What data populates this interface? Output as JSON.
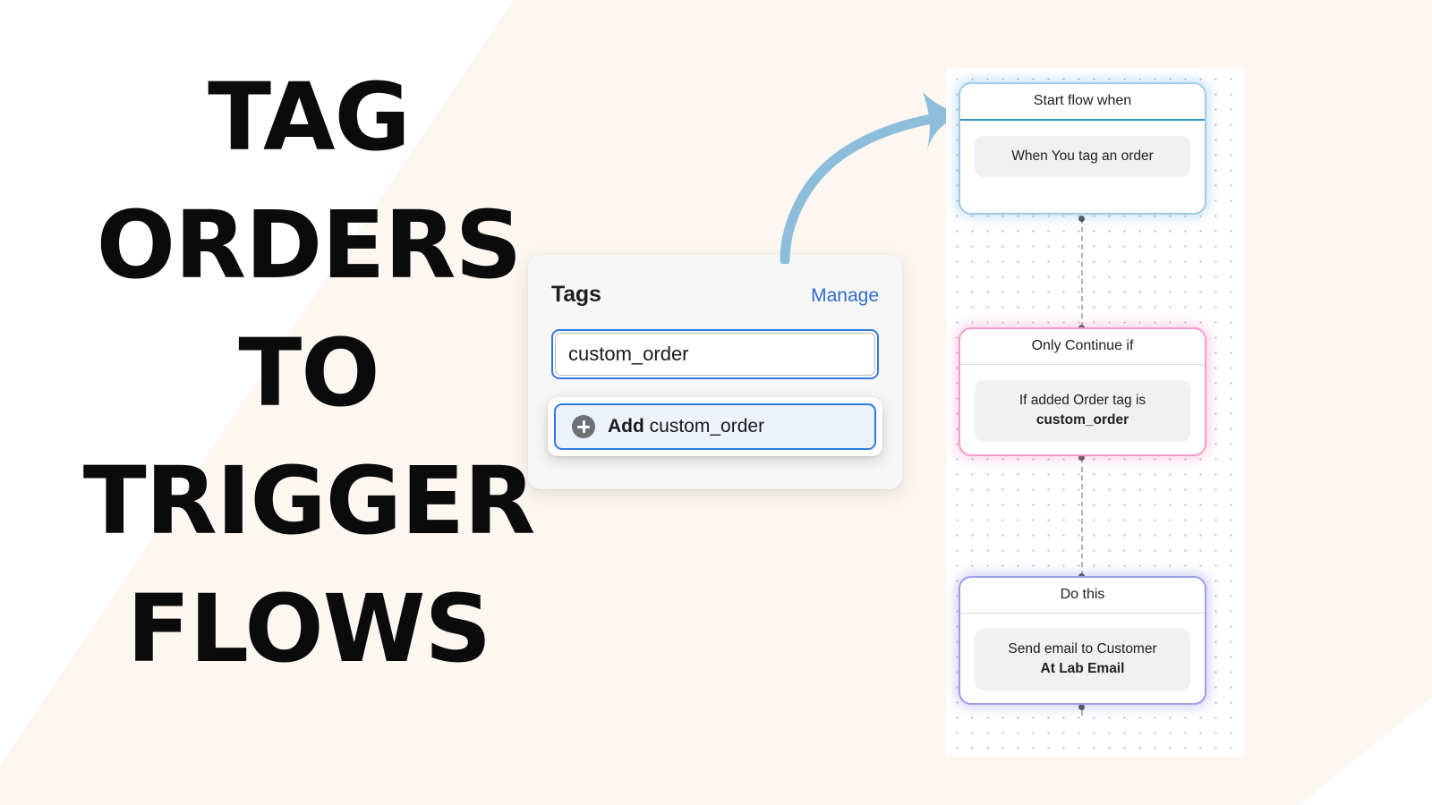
{
  "background": {
    "base_color": "#ffffff",
    "diagonal_color": "#fdf7f2"
  },
  "headline": {
    "lines": [
      "TAG",
      "ORDERS",
      "TO",
      "TRIGGER",
      "FLOWS"
    ],
    "color": "#0b0b0b"
  },
  "tags_panel": {
    "title": "Tags",
    "manage_label": "Manage",
    "manage_color": "#2c6ecb",
    "input": {
      "value": "custom_order",
      "placeholder": "Enter tag name",
      "focus_color": "#2f7ae5"
    },
    "dropdown": {
      "add_icon": "plus-circle-icon",
      "add_label": "Add",
      "add_value": "custom_order"
    }
  },
  "arrow": {
    "icon": "curved-arrow-icon",
    "color": "#8cbedc"
  },
  "flow": {
    "canvas": {
      "background": "#ffffff",
      "dot_color": "#b9b9bd"
    },
    "cards": [
      {
        "id": "trigger",
        "title": "Start flow when",
        "chip_main": "When You tag an order",
        "chip_bold": "",
        "accent": "#9ecbe8",
        "divider": "#3596c9"
      },
      {
        "id": "condition",
        "title": "Only Continue if",
        "chip_main": "If added Order tag is",
        "chip_bold": "custom_order",
        "accent": "#f49ccb",
        "divider": "#d9d9d9"
      },
      {
        "id": "action",
        "title": "Do this",
        "chip_main": "Send email to Customer",
        "chip_bold": "At Lab Email",
        "accent": "#9e9ee8",
        "divider": "#d9d9d9"
      }
    ]
  }
}
